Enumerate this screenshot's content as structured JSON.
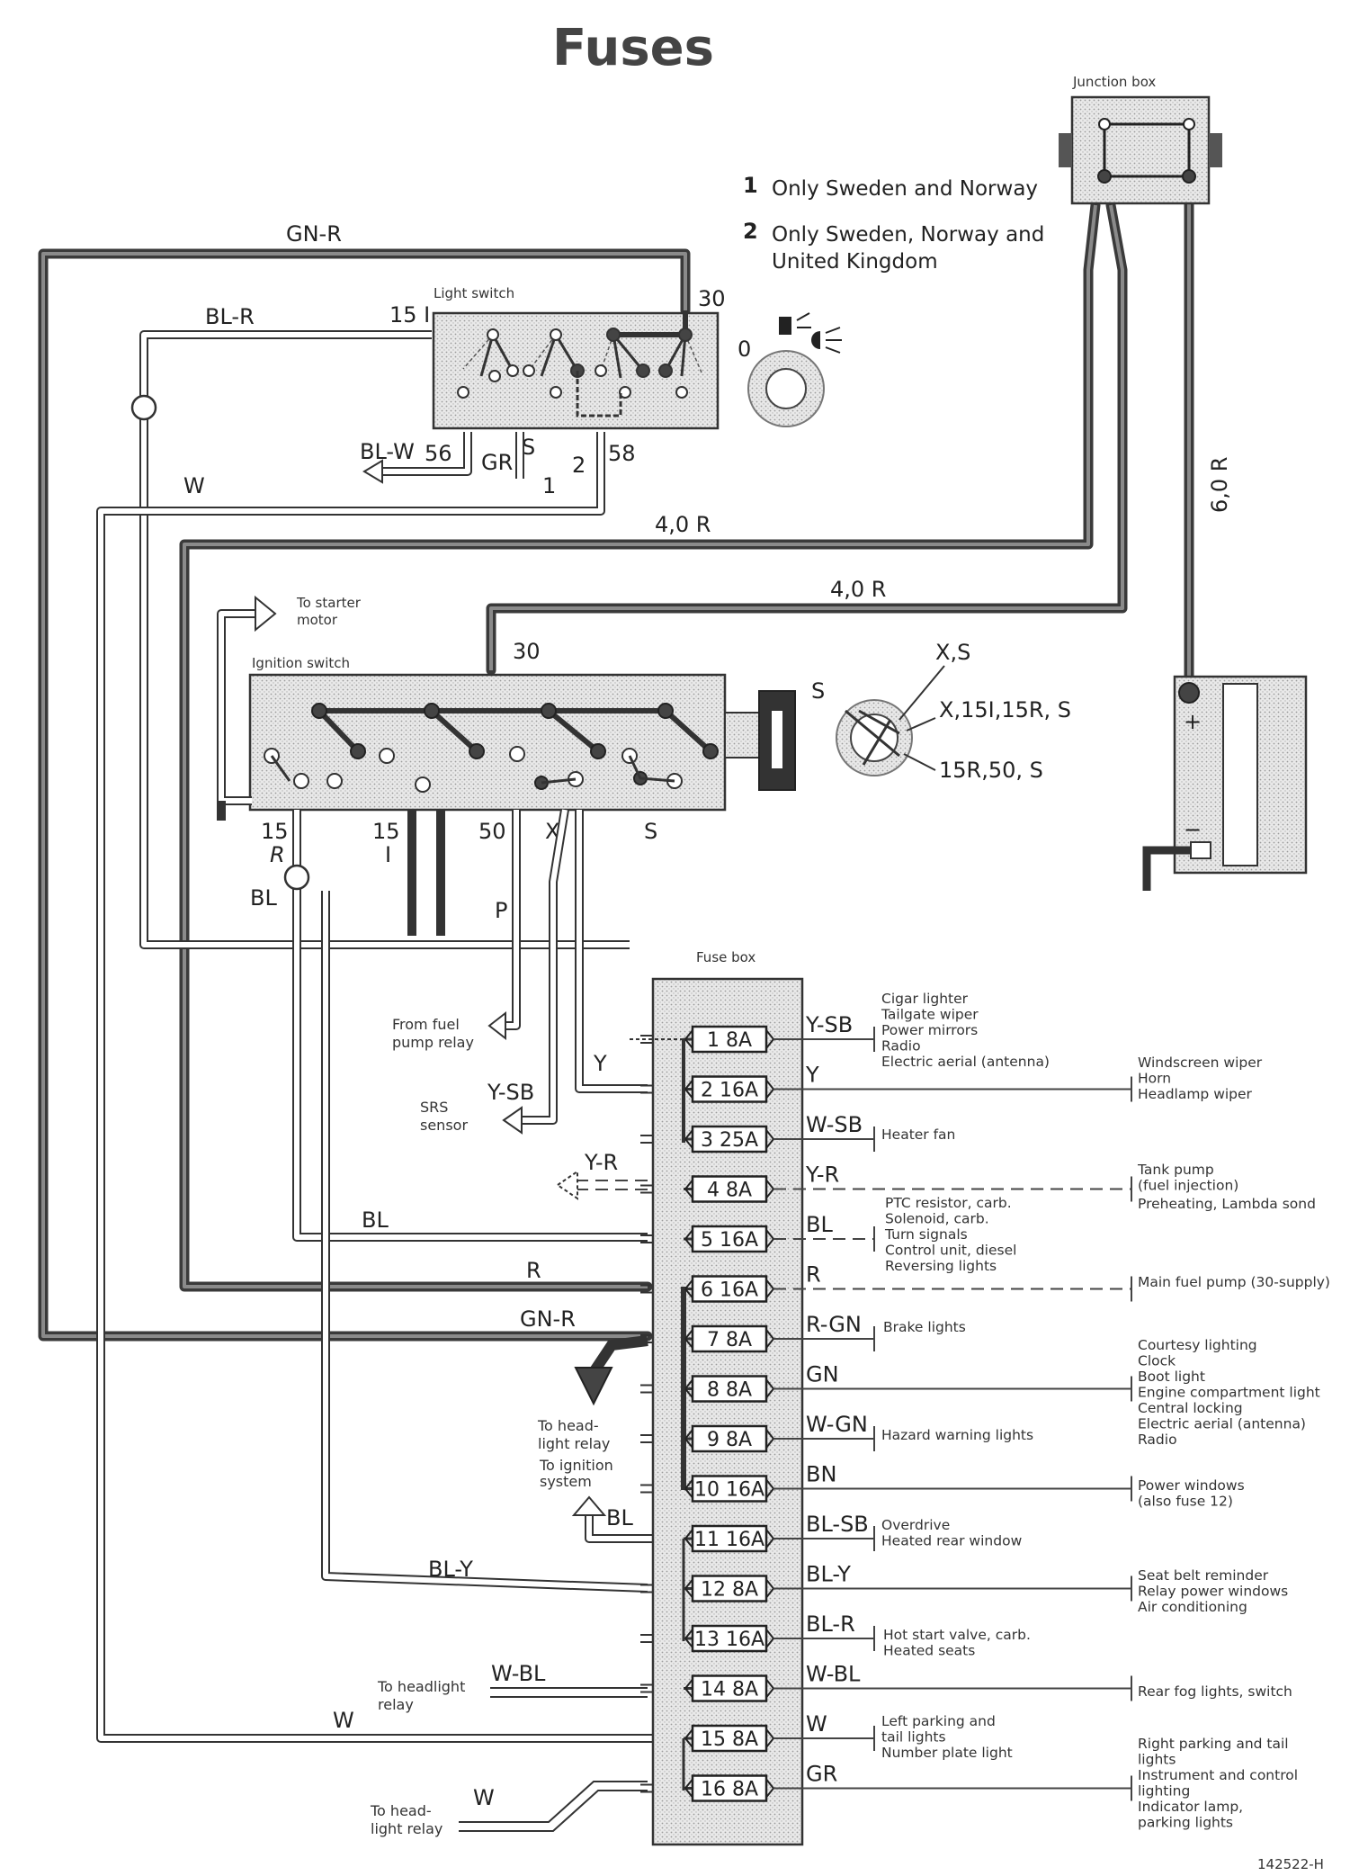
{
  "title": "Fuses",
  "notes": [
    {
      "num": "1",
      "text": "Only Sweden and Norway"
    },
    {
      "num": "2",
      "line1": "Only Sweden, Norway and",
      "line2": "United Kingdom"
    }
  ],
  "components": {
    "junction_box": "Junction box",
    "light_switch": "Light switch",
    "ignition_switch": "Ignition switch",
    "fuse_box": "Fuse box",
    "to_starter_line1": "To starter",
    "to_starter_line2": "motor"
  },
  "wires": {
    "gn_r_top": "GN-R",
    "bl_r": "BL-R",
    "w_top": "W",
    "r40_a": "4,0 R",
    "r40_b": "4,0 R",
    "r60": "6,0 R",
    "bl_w": "BL-W",
    "gr": "GR",
    "bl_ign": "BL",
    "p": "P",
    "y": "Y",
    "y_sb": "Y-SB",
    "y_r_left": "Y-R",
    "bl_mid": "BL",
    "r_mid": "R",
    "gn_r_mid": "GN-R",
    "bl_small": "BL",
    "bl_y": "BL-Y",
    "w_bl_left": "W-BL",
    "w_low": "W",
    "w_bottom": "W"
  },
  "pins": {
    "ls_15i": "15 I",
    "ls_30": "30",
    "ls_56": "56",
    "ls_s": "S",
    "ls_2": "2",
    "ls_1": "1",
    "ls_58": "58",
    "ls_0": "0",
    "ig_30": "30",
    "ig_15": "15",
    "ig_r": "R",
    "ig_15b": "15",
    "ig_i": "I",
    "ig_50": "50",
    "ig_x": "X",
    "ig_s": "S",
    "key_s": "S",
    "key_xs": "X,S",
    "key_x15": "X,15I,15R, S",
    "key_15r": "15R,50, S"
  },
  "battery": {
    "plus": "+",
    "minus": "−"
  },
  "left_labels": {
    "from_fuel_1": "From fuel",
    "from_fuel_2": "pump relay",
    "srs_1": "SRS",
    "srs_2": "sensor",
    "head_relay_1": "To head-",
    "head_relay_2": "light relay",
    "ign_sys_1": "To ignition",
    "ign_sys_2": "system",
    "headlight_relay_1": "To headlight",
    "headlight_relay_2": "relay",
    "head_relay_b1": "To head-",
    "head_relay_b2": "light relay"
  },
  "fuses": [
    {
      "label": "1 8A",
      "wire": "Y-SB"
    },
    {
      "label": "2 16A",
      "wire": "Y"
    },
    {
      "label": "3 25A",
      "wire": "W-SB"
    },
    {
      "label": "4 8A",
      "wire": "Y-R"
    },
    {
      "label": "5 16A",
      "wire": "BL"
    },
    {
      "label": "6 16A",
      "wire": "R"
    },
    {
      "label": "7 8A",
      "wire": "R-GN"
    },
    {
      "label": "8 8A",
      "wire": "GN"
    },
    {
      "label": "9 8A",
      "wire": "W-GN"
    },
    {
      "label": "10 16A",
      "wire": "BN"
    },
    {
      "label": "11 16A",
      "wire": "BL-SB"
    },
    {
      "label": "12 8A",
      "wire": "BL-Y"
    },
    {
      "label": "13 16A",
      "wire": "BL-R"
    },
    {
      "label": "14 8A",
      "wire": "W-BL"
    },
    {
      "label": "15 8A",
      "wire": "W"
    },
    {
      "label": "16 8A",
      "wire": "GR"
    }
  ],
  "loads_near": {
    "f1": [
      "Cigar lighter",
      "Tailgate wiper",
      "Power mirrors",
      "Radio",
      "Electric aerial (antenna)"
    ],
    "f3": [
      "Heater fan"
    ],
    "f5": [
      "PTC resistor, carb.",
      "Solenoid, carb.",
      "Turn signals",
      "Control unit, diesel",
      "Reversing lights"
    ],
    "f7": [
      "Brake lights"
    ],
    "f9": [
      "Hazard warning lights"
    ],
    "f11": [
      "Overdrive",
      "Heated rear window"
    ],
    "f13": [
      "Hot start valve, carb.",
      "Heated seats"
    ],
    "f15": [
      "Left parking and",
      "tail lights",
      "Number plate light"
    ]
  },
  "loads_far": {
    "f2": [
      "Windscreen wiper",
      "Horn",
      "Headlamp wiper"
    ],
    "f4": [
      "Tank pump",
      "(fuel injection)",
      "Preheating, Lambda sond"
    ],
    "f6": [
      "Main fuel pump (30-supply)"
    ],
    "f8": [
      "Courtesy lighting",
      "Clock",
      "Boot light",
      "Engine compartment light",
      "Central locking",
      "Electric aerial (antenna)",
      "Radio"
    ],
    "f10": [
      "Power windows",
      "(also fuse 12)"
    ],
    "f12": [
      "Seat belt reminder",
      "Relay power windows",
      "Air conditioning"
    ],
    "f14": [
      "Rear fog lights, switch"
    ],
    "f16": [
      "Right parking and tail",
      "lights",
      "Instrument and control",
      "lighting",
      "Indicator lamp,",
      "parking lights"
    ]
  },
  "figure_id": "142522-H"
}
